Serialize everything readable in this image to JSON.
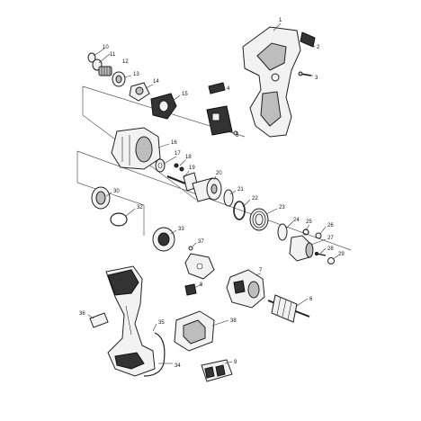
{
  "labels": [
    "1",
    "2",
    "3",
    "4",
    "5",
    "6",
    "7",
    "8",
    "9",
    "10",
    "11",
    "12",
    "13",
    "14",
    "15",
    "16",
    "17",
    "18",
    "19",
    "20",
    "21",
    "22",
    "23",
    "24",
    "25",
    "26",
    "27",
    "28",
    "29",
    "30",
    "32",
    "33",
    "34",
    "35",
    "36",
    "37",
    "38"
  ]
}
